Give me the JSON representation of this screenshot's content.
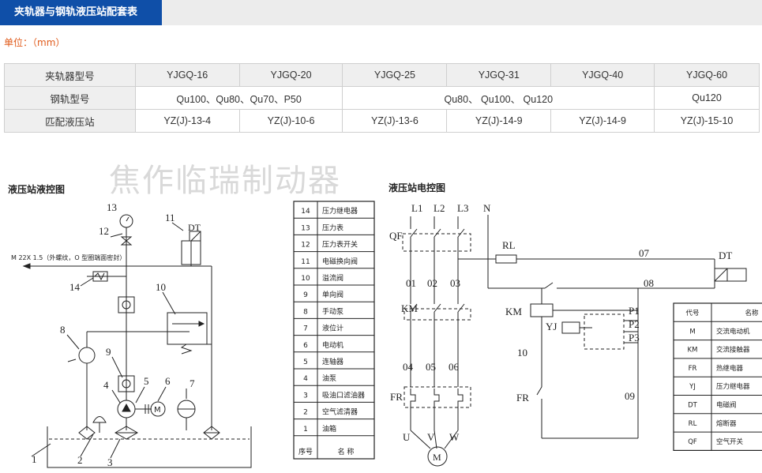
{
  "tab": {
    "title": "夹轨器与钢轨液压站配套表"
  },
  "unit_label": "单位：（mm）",
  "spec_table": {
    "rows": [
      {
        "label": "夹轨器型号",
        "cells": [
          {
            "text": "YJGQ-16",
            "span": 1
          },
          {
            "text": "YJGQ-20",
            "span": 1
          },
          {
            "text": "YJGQ-25",
            "span": 1
          },
          {
            "text": "YJGQ-31",
            "span": 1
          },
          {
            "text": "YJGQ-40",
            "span": 1
          },
          {
            "text": "YJGQ-60",
            "span": 1
          }
        ]
      },
      {
        "label": "钢轨型号",
        "cells": [
          {
            "text": "Qu100、Qu80、Qu70、P50",
            "span": 2
          },
          {
            "text": "Qu80、 Qu100、 Qu120",
            "span": 3
          },
          {
            "text": "Qu120",
            "span": 1
          }
        ]
      },
      {
        "label": "匹配液压站",
        "cells": [
          {
            "text": "YZ(J)-13-4",
            "span": 1
          },
          {
            "text": "YZ(J)-10-6",
            "span": 1
          },
          {
            "text": "YZ(J)-13-6",
            "span": 1
          },
          {
            "text": "YZ(J)-14-9",
            "span": 1
          },
          {
            "text": "YZ(J)-14-9",
            "span": 1
          },
          {
            "text": "YZ(J)-15-10",
            "span": 1
          }
        ]
      }
    ]
  },
  "watermark": "焦作临瑞制动器",
  "hydraulic": {
    "title": "液压站液控图",
    "port_note": "M 22X 1.5（外螺纹，O 型圈端面密封）",
    "dt_label": "DT",
    "callouts": [
      "1",
      "2",
      "3",
      "4",
      "5",
      "6",
      "7",
      "8",
      "9",
      "10",
      "11",
      "12",
      "13",
      "14"
    ],
    "legend": {
      "items": [
        {
          "no": "14",
          "name": "压力继电器"
        },
        {
          "no": "13",
          "name": "压力表"
        },
        {
          "no": "12",
          "name": "压力表开关"
        },
        {
          "no": "11",
          "name": "电磁换向阀"
        },
        {
          "no": "10",
          "name": "溢流阀"
        },
        {
          "no": "9",
          "name": "单向阀"
        },
        {
          "no": "8",
          "name": "手动泵"
        },
        {
          "no": "7",
          "name": "液位计"
        },
        {
          "no": "6",
          "name": "电动机"
        },
        {
          "no": "5",
          "name": "连轴器"
        },
        {
          "no": "4",
          "name": "油泵"
        },
        {
          "no": "3",
          "name": "吸油口滤油器"
        },
        {
          "no": "2",
          "name": "空气滤清器"
        },
        {
          "no": "1",
          "name": "油箱"
        }
      ],
      "footer_no": "序号",
      "footer_name": "名 称"
    }
  },
  "electric": {
    "title": "液压站电控图",
    "labels": {
      "L1": "L1",
      "L2": "L2",
      "L3": "L3",
      "N": "N",
      "QF": "QF",
      "RL": "RL",
      "n07": "07",
      "DT": "DT",
      "n08": "08",
      "n01": "01",
      "n02": "02",
      "n03": "03",
      "KM_top": "KM",
      "KM_coil": "KM",
      "P1": "P1",
      "P2": "P2",
      "P3": "P3",
      "YJ": "YJ",
      "n10": "10",
      "n04": "04",
      "n05": "05",
      "n06": "06",
      "FR_top": "FR",
      "FR_bottom": "FR",
      "n09": "09",
      "U": "U",
      "V": "V",
      "W": "W",
      "motor": "M"
    },
    "legend": {
      "header_code": "代号",
      "header_name": "名称",
      "items": [
        {
          "code": "M",
          "name": "交流电动机"
        },
        {
          "code": "KM",
          "name": "交流接触器"
        },
        {
          "code": "FR",
          "name": "热继电器"
        },
        {
          "code": "YJ",
          "name": "压力继电器"
        },
        {
          "code": "DT",
          "name": "电磁阀"
        },
        {
          "code": "RL",
          "name": "熔断器"
        },
        {
          "code": "QF",
          "name": "空气开关"
        }
      ]
    }
  }
}
